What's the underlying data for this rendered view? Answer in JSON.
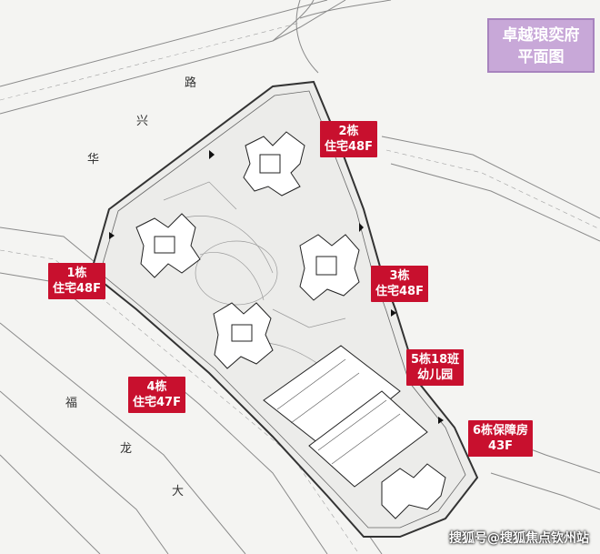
{
  "title": {
    "line1": "卓越琅奕府",
    "line2": "平面图"
  },
  "roads": {
    "r1": "华",
    "r2": "兴",
    "r3": "路",
    "r4": "福",
    "r5": "龙",
    "r6": "大"
  },
  "buildings": {
    "b1": {
      "name": "1栋",
      "detail": "住宅48F"
    },
    "b2": {
      "name": "2栋",
      "detail": "住宅48F"
    },
    "b3": {
      "name": "3栋",
      "detail": "住宅48F"
    },
    "b4": {
      "name": "4栋",
      "detail": "住宅47F"
    },
    "b5": {
      "name": "5栋18班",
      "detail": "幼儿园"
    },
    "b6": {
      "name": "6栋保障房",
      "detail": "43F"
    }
  },
  "watermark": "搜狐号@搜狐焦点钦州站",
  "colors": {
    "label_bg": "#c8102e",
    "title_bg": "#c8a8d8",
    "line": "#555555"
  }
}
